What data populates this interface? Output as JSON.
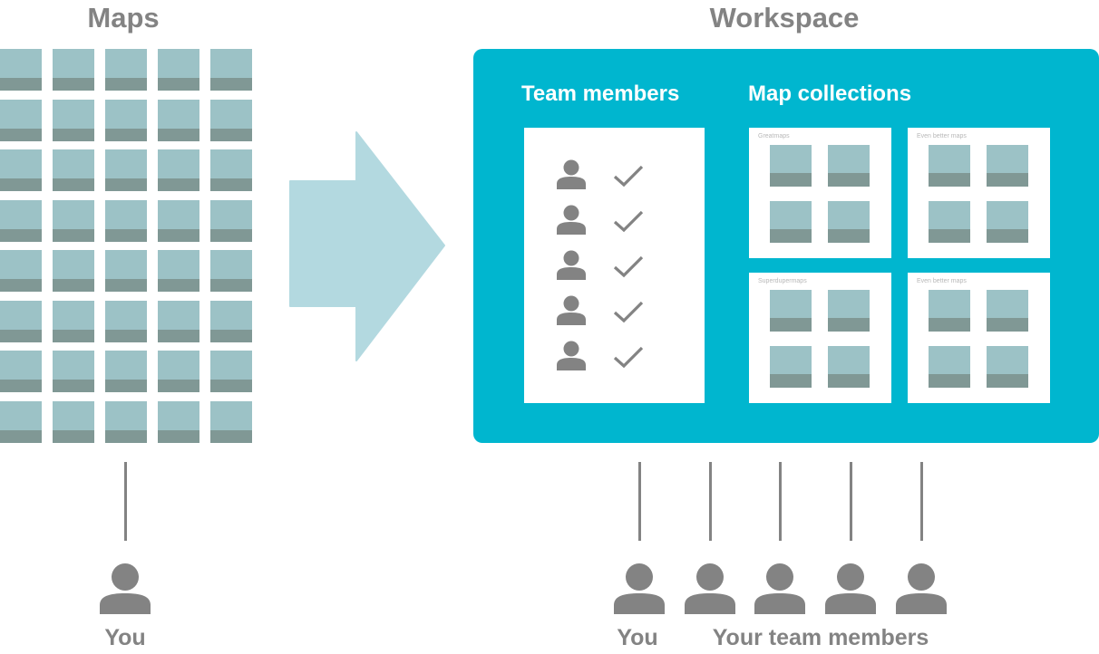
{
  "left": {
    "title": "Maps",
    "person_label": "You"
  },
  "right": {
    "title": "Workspace",
    "you_label": "You",
    "team_label": "Your team members"
  },
  "workspace": {
    "team_title": "Team members",
    "collections_title": "Map collections",
    "collections": [
      {
        "name": "Greatmaps"
      },
      {
        "name": "Even better maps"
      },
      {
        "name": "Superdupermaps"
      },
      {
        "name": "Even better maps"
      }
    ]
  },
  "colors": {
    "workspace_bg": "#00b6cf",
    "arrow": "#b3d9e0",
    "tile_top": "#9cc2c6",
    "tile_bottom": "#809895",
    "text_grey": "#838383",
    "icon_grey": "#838383"
  }
}
